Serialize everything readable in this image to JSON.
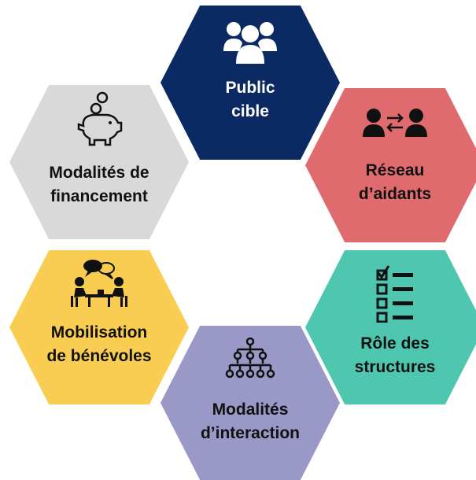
{
  "hexagons": {
    "public": {
      "line1": "Public",
      "line2": "cible",
      "icon": "people-group-icon",
      "color": "#0b2a63",
      "text_color": "#ffffff"
    },
    "reseau": {
      "line1": "Réseau",
      "line2": "d’aidants",
      "icon": "people-exchange-icon",
      "color": "#e06b6e",
      "text_color": "#111111"
    },
    "role": {
      "line1": "Rôle des",
      "line2": "structures",
      "icon": "checklist-icon",
      "color": "#4fc6b0",
      "text_color": "#111111"
    },
    "interaction": {
      "line1": "Modalités",
      "line2": "d’interaction",
      "icon": "hierarchy-tree-icon",
      "color": "#9a98c6",
      "text_color": "#111111"
    },
    "mobilisation": {
      "line1": "Mobilisation",
      "line2": "de bénévoles",
      "icon": "meeting-table-icon",
      "color": "#f9cd52",
      "text_color": "#111111"
    },
    "financement": {
      "line1": "Modalités de",
      "line2": "financement",
      "icon": "piggy-bank-icon",
      "color": "#d9d9d9",
      "text_color": "#111111"
    }
  }
}
